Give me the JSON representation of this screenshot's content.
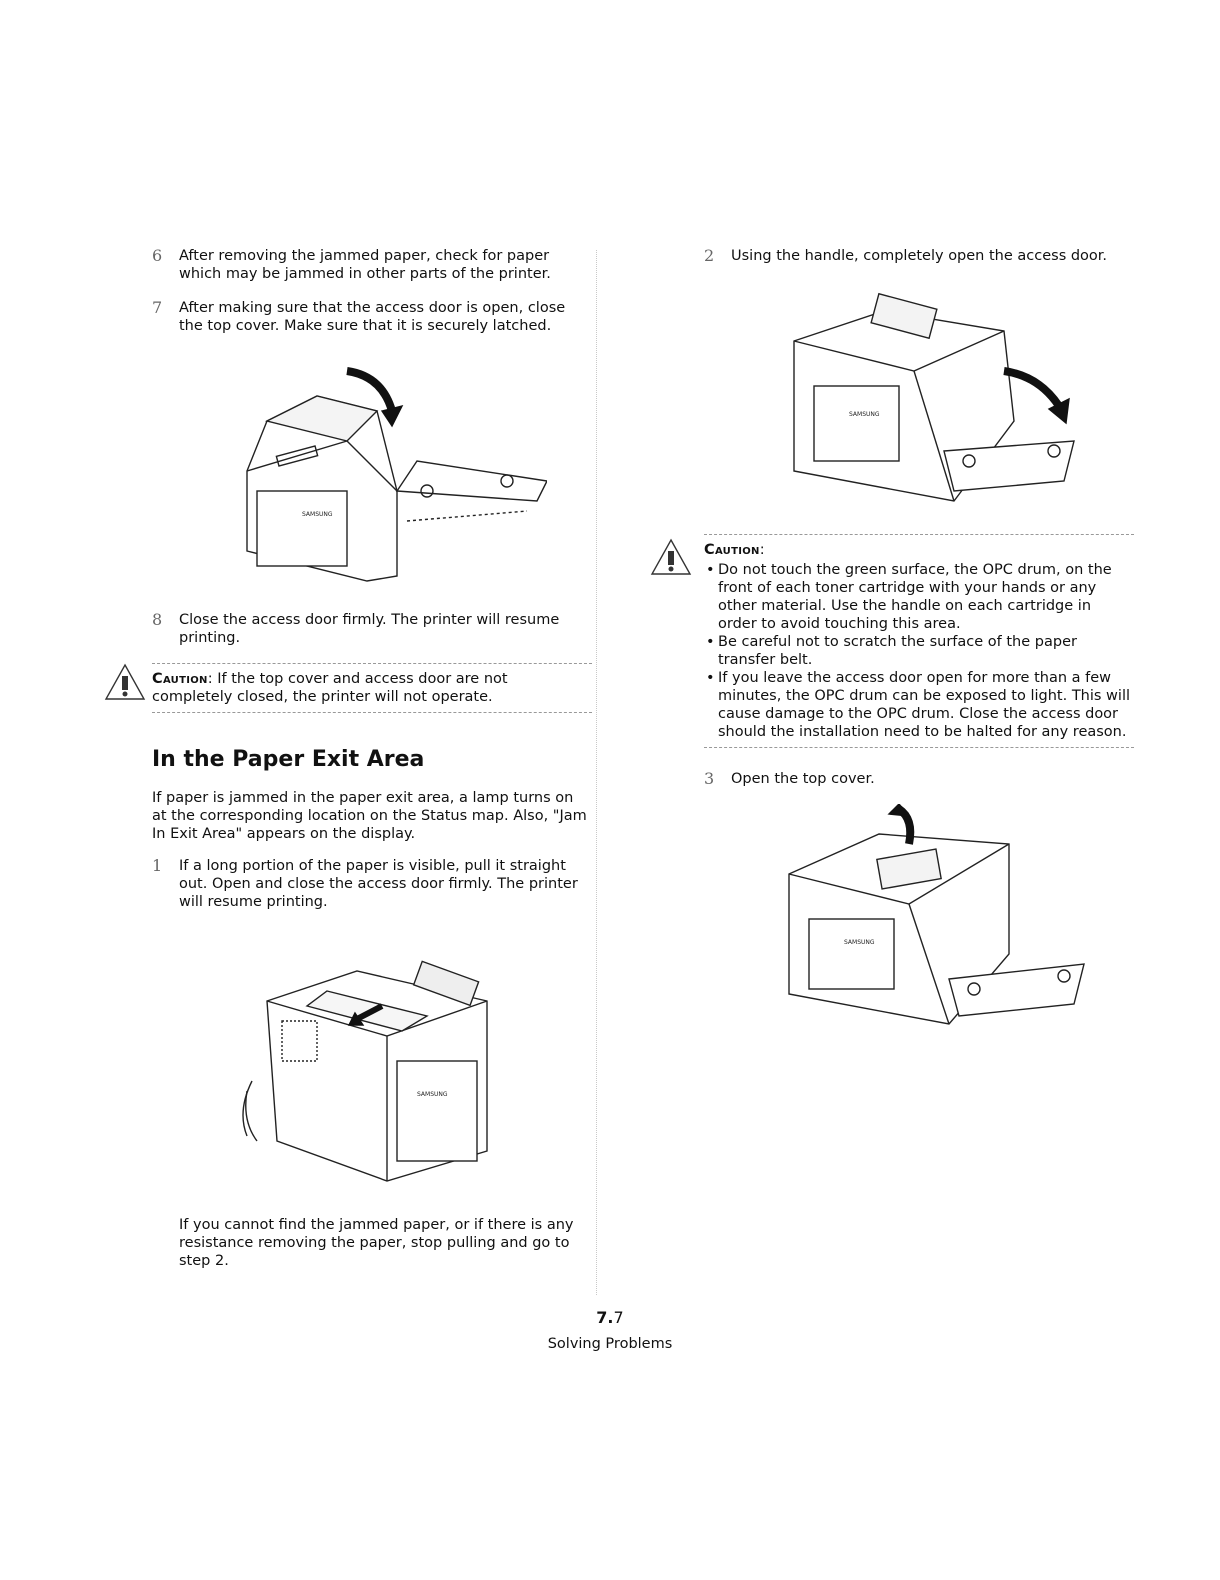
{
  "left": {
    "step6": {
      "num": "6",
      "text": "After removing the jammed paper, check for paper which may be jammed in other parts of the printer."
    },
    "step7": {
      "num": "7",
      "text": "After making sure that the access door is open, close the top cover. Make sure that it is securely latched."
    },
    "step8": {
      "num": "8",
      "text": "Close the access door firmly. The printer will resume printing."
    },
    "caution": {
      "label": "Caution",
      "text": ": If the top cover and access door are not completely closed, the printer will not operate."
    },
    "section_title": "In the Paper Exit Area",
    "intro": "If paper is jammed in the paper exit area, a lamp turns on at the corresponding location on the Status map. Also, \"Jam In Exit Area\" appears on the display.",
    "step1": {
      "num": "1",
      "text": "If a long portion of the paper is visible, pull it straight out. Open and close the access door firmly. The printer will resume printing."
    },
    "note": "If you cannot find the jammed paper, or if there is any resistance removing the paper, stop pulling and go to step 2."
  },
  "right": {
    "step2": {
      "num": "2",
      "text": "Using the handle, completely open the access door."
    },
    "caution": {
      "label": "Caution",
      "colon": ":",
      "items": [
        "Do not touch the green surface, the OPC drum, on the front of each toner cartridge with your hands or any other material. Use the handle on each cartridge in order to avoid touching this area.",
        "Be careful not to scratch the surface of the paper transfer belt.",
        "If you leave the access door open for more than a few minutes, the OPC drum can be exposed to light. This will cause damage to the OPC drum. Close the access door should the installation need to be halted for any reason."
      ]
    },
    "step3": {
      "num": "3",
      "text": "Open the top cover."
    }
  },
  "printer_brand": "SAMSUNG",
  "footer": {
    "chapter": "7.",
    "page": "7",
    "title": "Solving Problems"
  },
  "colors": {
    "text": "#111111",
    "line": "#999999",
    "illustration": "#222222"
  }
}
